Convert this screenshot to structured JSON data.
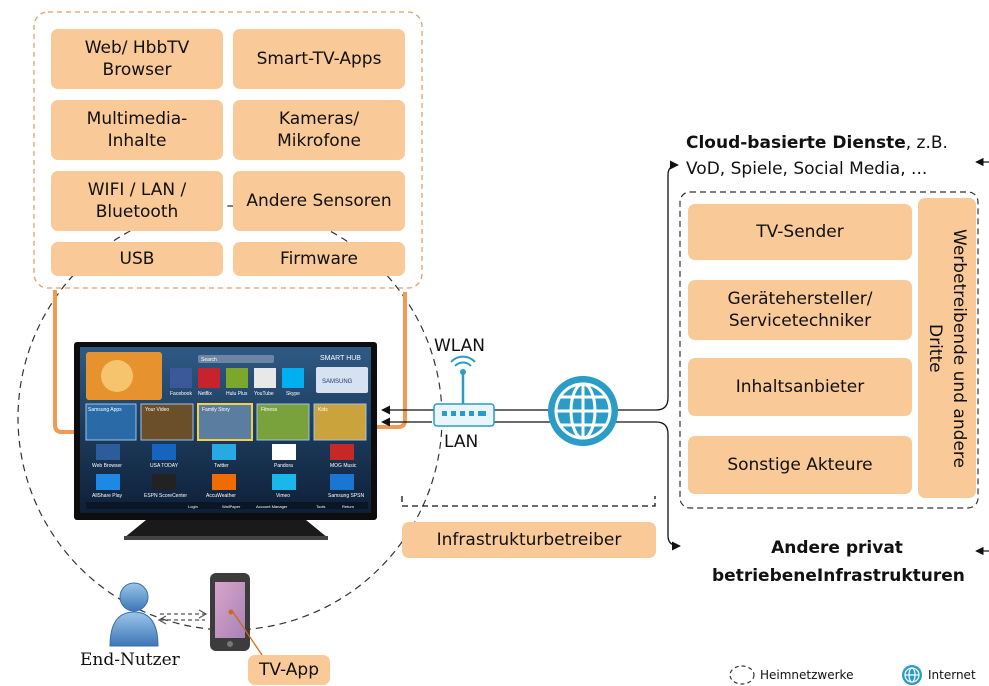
{
  "device_box": {
    "web_browser": "Web/ HbbTV\nBrowser",
    "smart_tv_apps": "Smart-TV-Apps",
    "multimedia": "Multimedia-\nInhalte",
    "kameras": "Kameras/\nMikrofone",
    "wifi": "WIFI / LAN /\nBluetooth",
    "andere_sensoren": "Andere Sensoren",
    "usb": "USB",
    "firmware": "Firmware"
  },
  "network": {
    "wlan": "WLAN",
    "lan": "LAN"
  },
  "infrastruktur": "Infrastrukturbetreiber",
  "tv_app": "TV-App",
  "end_nutzer": "End-Nutzer",
  "cloud": {
    "title_bold": "Cloud-basierte Dienste",
    "title_rest": ", z.B.",
    "line2": "VoD, Spiele, Social Media, ..."
  },
  "actors": {
    "tv_sender": "TV-Sender",
    "geraete": "Gerätehersteller/\nServicetechniker",
    "inhalt": "Inhaltsanbieter",
    "sonstige": "Sonstige Akteure",
    "werbe": "Werbetreibende und andere\nDritte"
  },
  "andere_privat": "Andere privat betriebene\nInfrastrukturen",
  "legend": {
    "heimnetz": "Heimnetzwerke",
    "internet": "Internet"
  },
  "tv_screen": {
    "search": "Search",
    "smart_hub": "SMART HUB",
    "samsung": "SAMSUNG",
    "tiles": [
      "Samsung Apps",
      "Your Video",
      "Family Story",
      "Fitness",
      "Kids"
    ],
    "apps_row1": [
      "Facebook",
      "Netflix",
      "Hulu Plus",
      "YouTube",
      "Skype"
    ],
    "apps_row2": [
      "Web Browser",
      "USA TODAY",
      "Twitter",
      "Pandora",
      "MOG Music"
    ],
    "apps_row3": [
      "AllShare Play",
      "ESPN ScoreCenter",
      "AccuWeather",
      "Vimeo",
      "Samsung SPSN"
    ],
    "bottom_bar": [
      "Login",
      "WallPaper",
      "Account Manager",
      "Tools",
      "Return"
    ]
  },
  "colors": {
    "box_fill": "#f9c998",
    "orange_line": "#f29a52",
    "dash_line": "#333333",
    "globe": "#2a9cc6"
  }
}
